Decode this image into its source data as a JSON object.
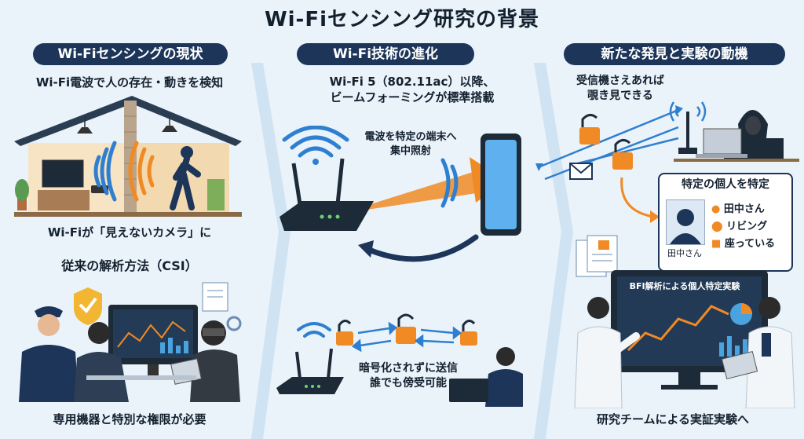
{
  "title": "Wi-Fiセンシング研究の背景",
  "col1": {
    "header": "Wi-Fiセンシングの現状",
    "subtitle": "Wi-Fi電波で人の存在・動きを検知",
    "caption_invisible_camera": "Wi-Fiが「見えないカメラ」に",
    "heading_csi": "従来の解析方法（CSI）",
    "footer": "専用機器と特別な権限が必要"
  },
  "col2": {
    "header": "Wi-Fi技術の進化",
    "subtitle_line1": "Wi-Fi 5（802.11ac）以降、",
    "subtitle_line2": "ビームフォーミングが標準搭載",
    "beam_label_line1": "電波を特定の端末へ",
    "beam_label_line2": "集中照射",
    "unencrypted_line1": "暗号化されずに送信",
    "unencrypted_line2": "誰でも傍受可能"
  },
  "col3": {
    "header": "新たな発見と実験の動機",
    "receiver_line1": "受信機さえあれば",
    "receiver_line2": "覗き見できる",
    "identify_title": "特定の個人を特定",
    "person_name_caption": "田中さん",
    "attr_name": "田中さん",
    "attr_location": "リビング",
    "attr_state": "座っている",
    "monitor_title": "BFI解析による個人特定実験",
    "footer": "研究チームによる実証実験へ"
  },
  "colors": {
    "navy": "#1c3559",
    "orange": "#f08a24",
    "blue": "#2f7fd0",
    "panel": "#dcebf6"
  }
}
